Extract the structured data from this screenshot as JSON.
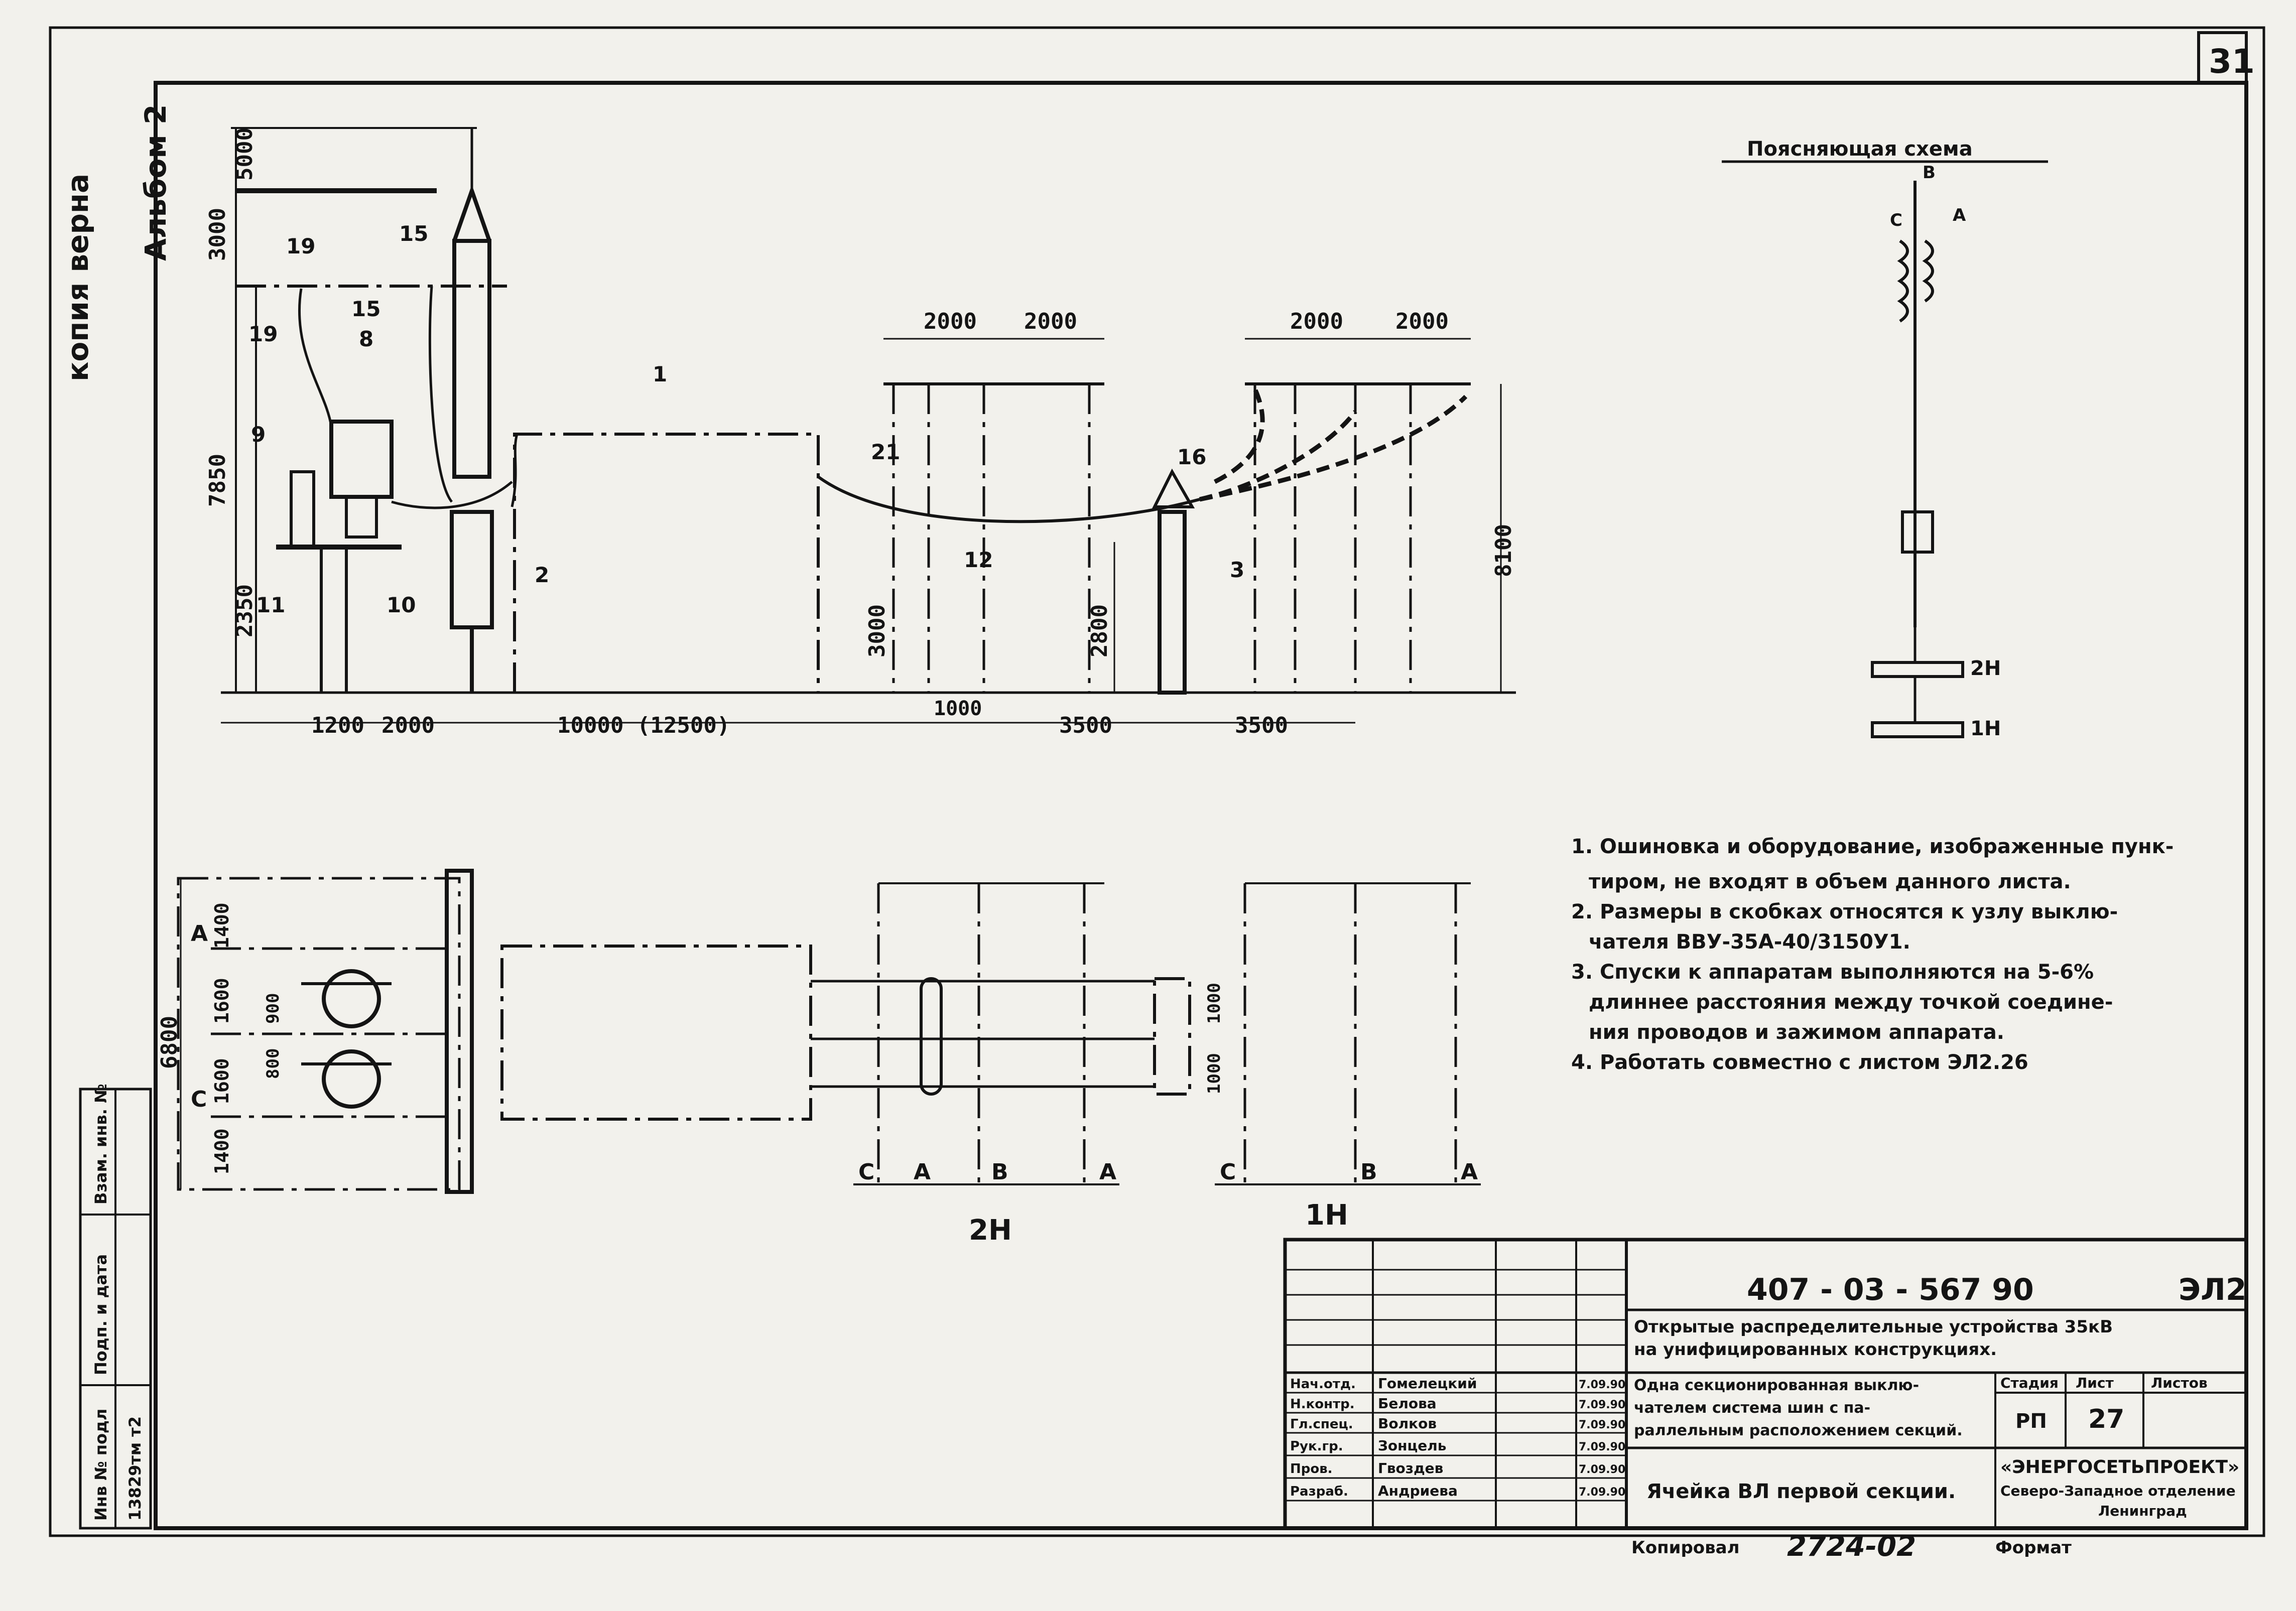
{
  "sheet": {
    "number": "31",
    "album_label": "Альбом 2",
    "edge_note": "копия верна"
  },
  "diagram": {
    "top_dims": {
      "h_upper": "5000",
      "h_mid": "3000",
      "h_total": "7850",
      "h_base": "2350",
      "h_3000": "3000",
      "h_2800": "2800",
      "h_8100": "8100"
    },
    "bottom_dims": [
      "1200",
      "2000",
      "10000 (12500)",
      "1000",
      "3500",
      "3500"
    ],
    "span_dims": [
      "2000",
      "2000",
      "2000",
      "2000"
    ],
    "callouts": [
      "19",
      "19",
      "15",
      "15",
      "9",
      "8",
      "1",
      "21",
      "16",
      "2",
      "11",
      "10",
      "12",
      "3"
    ],
    "plan_dims": [
      "6800",
      "1400",
      "1600",
      "1600",
      "1400",
      "800",
      "900",
      "1000",
      "1000"
    ],
    "phases": [
      "C",
      "A",
      "B",
      "A"
    ],
    "bus_labels": [
      "2Н",
      "1Н"
    ]
  },
  "explanatory": {
    "title": "Поясняющая схема",
    "phases": [
      "В",
      "А",
      "С"
    ],
    "bus_labels": [
      "2Н",
      "1Н"
    ]
  },
  "notes": [
    "1. Ошиновка и оборудование, изображенные пунк-",
    "тиром, не входят в объем данного листа.",
    "2. Размеры в скобках относятся к узлу выклю-",
    "чателя ВВУ-35А-40/3150У1.",
    "3. Спуски к аппаратам выполняются на 5-6%",
    "длиннее расстояния между точкой соедине-",
    "ния проводов и зажимом аппарата.",
    "4. Работать совместно с листом ЭЛ2.26"
  ],
  "side_stamp": [
    "Инв № подл",
    "Подп. и дата",
    "Взам. инв. №"
  ],
  "side_stamp_value": "13829тм т2",
  "title_block": {
    "code": "407 - 03 - 567 90",
    "mark": "ЭЛ2",
    "project": [
      "Открытые распределительные устройства 35кВ",
      "на унифицированных конструкциях."
    ],
    "sheet_title": [
      "Одна секционированная выклю-",
      "чателем система шин с па-",
      "раллельным расположением секций."
    ],
    "drawing_name": "Ячейка ВЛ первой секции.",
    "roles": [
      "Нач.отд.",
      "Н.контр.",
      "Гл.спец.",
      "Рук.гр.",
      "Пров.",
      "Разраб."
    ],
    "names": [
      "Гомелецкий",
      "Белова",
      "Волков",
      "Зонцель",
      "Гвоздев",
      "Андриева"
    ],
    "dates": [
      "7.09.90",
      "7.09.90",
      "7.09.90",
      "7.09.90",
      "7.09.90",
      "7.09.90"
    ],
    "stage_label": "Стадия",
    "sheet_label": "Лист",
    "sheets_label": "Листов",
    "stage": "РП",
    "sheet_no": "27",
    "org": [
      "«ЭНЕРГОСЕТЬПРОЕКТ»",
      "Северо-Западное отделение",
      "Ленинград"
    ],
    "copied_label": "Копировал",
    "copy_no": "2724-02",
    "format_label": "Формат"
  }
}
